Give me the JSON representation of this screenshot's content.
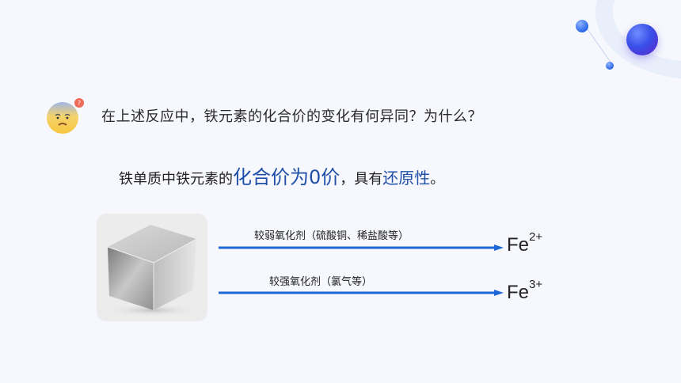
{
  "question": "在上述反应中，铁元素的化合价的变化有何异同？为什么？",
  "answer": {
    "part1": "铁单质中铁元素的",
    "highlight1": "化合价为0价",
    "part2": "，具有",
    "highlight2": "还原性",
    "part3": "。"
  },
  "reactions": [
    {
      "condition": "较弱氧化剂（硫酸铜、稀盐酸等）",
      "element": "Fe",
      "charge": "2+"
    },
    {
      "condition": "较强氧化剂（氯气等）",
      "element": "Fe",
      "charge": "3+"
    }
  ],
  "icons": {
    "emoji": "confused-face-icon",
    "photo": "iron-cube-image"
  },
  "colors": {
    "highlight": "#1f4fa8",
    "arrow": "#1e66d8",
    "background": "#f7f8fd"
  }
}
